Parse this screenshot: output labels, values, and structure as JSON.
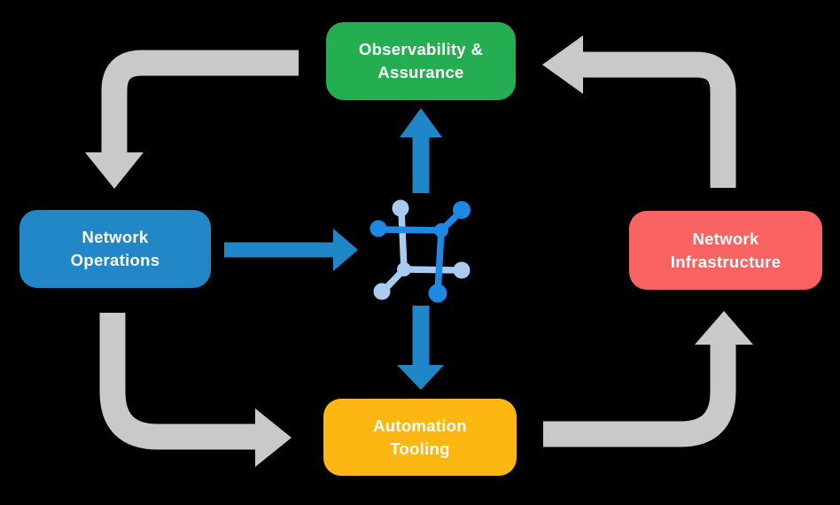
{
  "diagram": {
    "type": "cycle-flow-diagram",
    "nodes": {
      "observability": {
        "label": "Observability &\nAssurance"
      },
      "operations": {
        "label": "Network\nOperations"
      },
      "infrastructure": {
        "label": "Network\nInfrastructure"
      },
      "automation": {
        "label": "Automation\nTooling"
      }
    },
    "center_icon": {
      "name": "network-mesh-icon"
    },
    "flows": [
      "observability -> operations",
      "operations -> automation",
      "automation -> infrastructure",
      "infrastructure -> observability",
      "operations -> center",
      "center -> observability",
      "center -> automation"
    ]
  },
  "colors": {
    "background": "#000000",
    "arrow-gray": "#C9C9C9",
    "arrow-blue": "#1F86C8",
    "node-observability": "#25AD52",
    "node-operations": "#2187C6",
    "node-infrastructure": "#F96463",
    "node-automation": "#FCB713",
    "icon-dark": "#1E88E5",
    "icon-light": "#A9CBF2",
    "label-text": "#FFFFFF"
  }
}
